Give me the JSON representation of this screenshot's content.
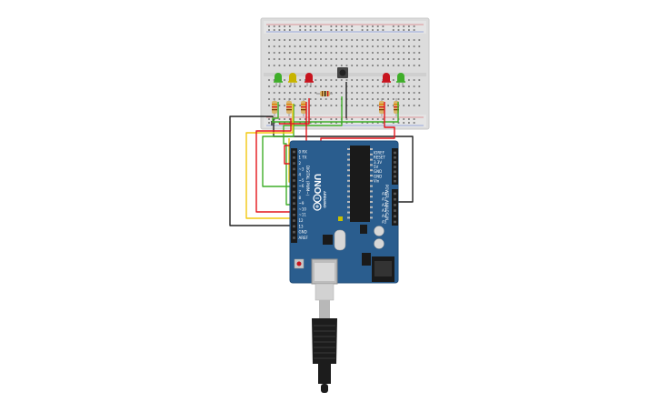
{
  "board": {
    "model_label": "UNO",
    "brand_label": "ARDUINO",
    "digital_header_label": "DIGITAL (PWM~)",
    "power_label": "POWER",
    "analog_label": "ANALOG IN",
    "digital_pins": [
      "0 RX",
      "1 TX",
      "2",
      "~3",
      "4",
      "~5",
      "~6",
      "7",
      "8",
      "~9",
      "~10",
      "~11",
      "12",
      "13",
      "GND",
      "AREF"
    ],
    "power_pins": [
      "IOREF",
      "RESET",
      "3.3V",
      "5V",
      "GND",
      "GND",
      "Vin"
    ],
    "analog_pins": [
      "A0",
      "A1",
      "A2",
      "A3",
      "A4",
      "A5"
    ]
  },
  "breadboard": {
    "leds": [
      {
        "name": "led-green-left",
        "color": "#3fae29"
      },
      {
        "name": "led-yellow",
        "color": "#c8b400"
      },
      {
        "name": "led-red-left",
        "color": "#c8141e"
      },
      {
        "name": "led-red-right",
        "color": "#c8141e"
      },
      {
        "name": "led-green-right",
        "color": "#3fae29"
      }
    ]
  },
  "colors": {
    "board": "#2a5d8e",
    "breadboard": "#dcdcdc",
    "wire_red": "#e3151b",
    "wire_green": "#3fae29",
    "wire_yellow": "#f2c811",
    "wire_black": "#222222"
  }
}
